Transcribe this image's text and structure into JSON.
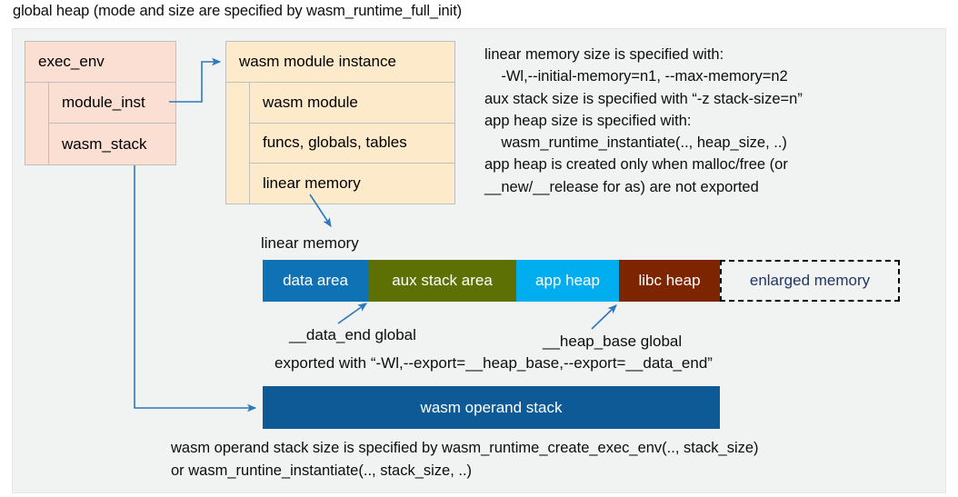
{
  "title": "global heap (mode and size are specified by wasm_runtime_full_init)",
  "exec_env": {
    "header": "exec_env",
    "rows": [
      "module_inst",
      "wasm_stack"
    ]
  },
  "module_instance": {
    "header": "wasm module instance",
    "rows": [
      "wasm module",
      "funcs, globals, tables",
      "linear memory"
    ]
  },
  "notes": {
    "right": "linear memory size is specified with:\n    -Wl,--initial-memory=n1, --max-memory=n2\naux stack size is specified with “-z stack-size=n”\napp heap size is specified with:\n    wasm_runtime_instantiate(.., heap_size, ..)\napp heap is created only when malloc/free (or\n__new/__release for as) are not exported",
    "bottom": "wasm operand stack size is specified by wasm_runtime_create_exec_env(.., stack_size)\nor wasm_runtine_instantiate(.., stack_size, ..)"
  },
  "linear_memory": {
    "label": "linear memory",
    "segments": [
      {
        "name": "data area",
        "color": "#0f72b5",
        "width": 116
      },
      {
        "name": "aux stack area",
        "color": "#5d7003",
        "width": 163
      },
      {
        "name": "app heap",
        "color": "#00aeef",
        "width": 113
      },
      {
        "name": "libc heap",
        "color": "#7d2400",
        "width": 111
      },
      {
        "name": "enlarged memory",
        "color": "#f1f2f2",
        "width": 198
      }
    ]
  },
  "annotations": {
    "data_end": "__data_end global",
    "heap_base": "__heap_base global",
    "exported": "exported with “-Wl,--export=__heap_base,--export=__data_end”"
  },
  "operand_stack": {
    "label": "wasm operand stack",
    "color": "#0d5a96"
  },
  "colors": {
    "panel_bg": "#f1f2f2",
    "exec_env_fill": "#fbdfd3",
    "module_inst_fill": "#fdeacb",
    "connector": "#2e78bc",
    "enlarged_text": "#1f3864"
  }
}
